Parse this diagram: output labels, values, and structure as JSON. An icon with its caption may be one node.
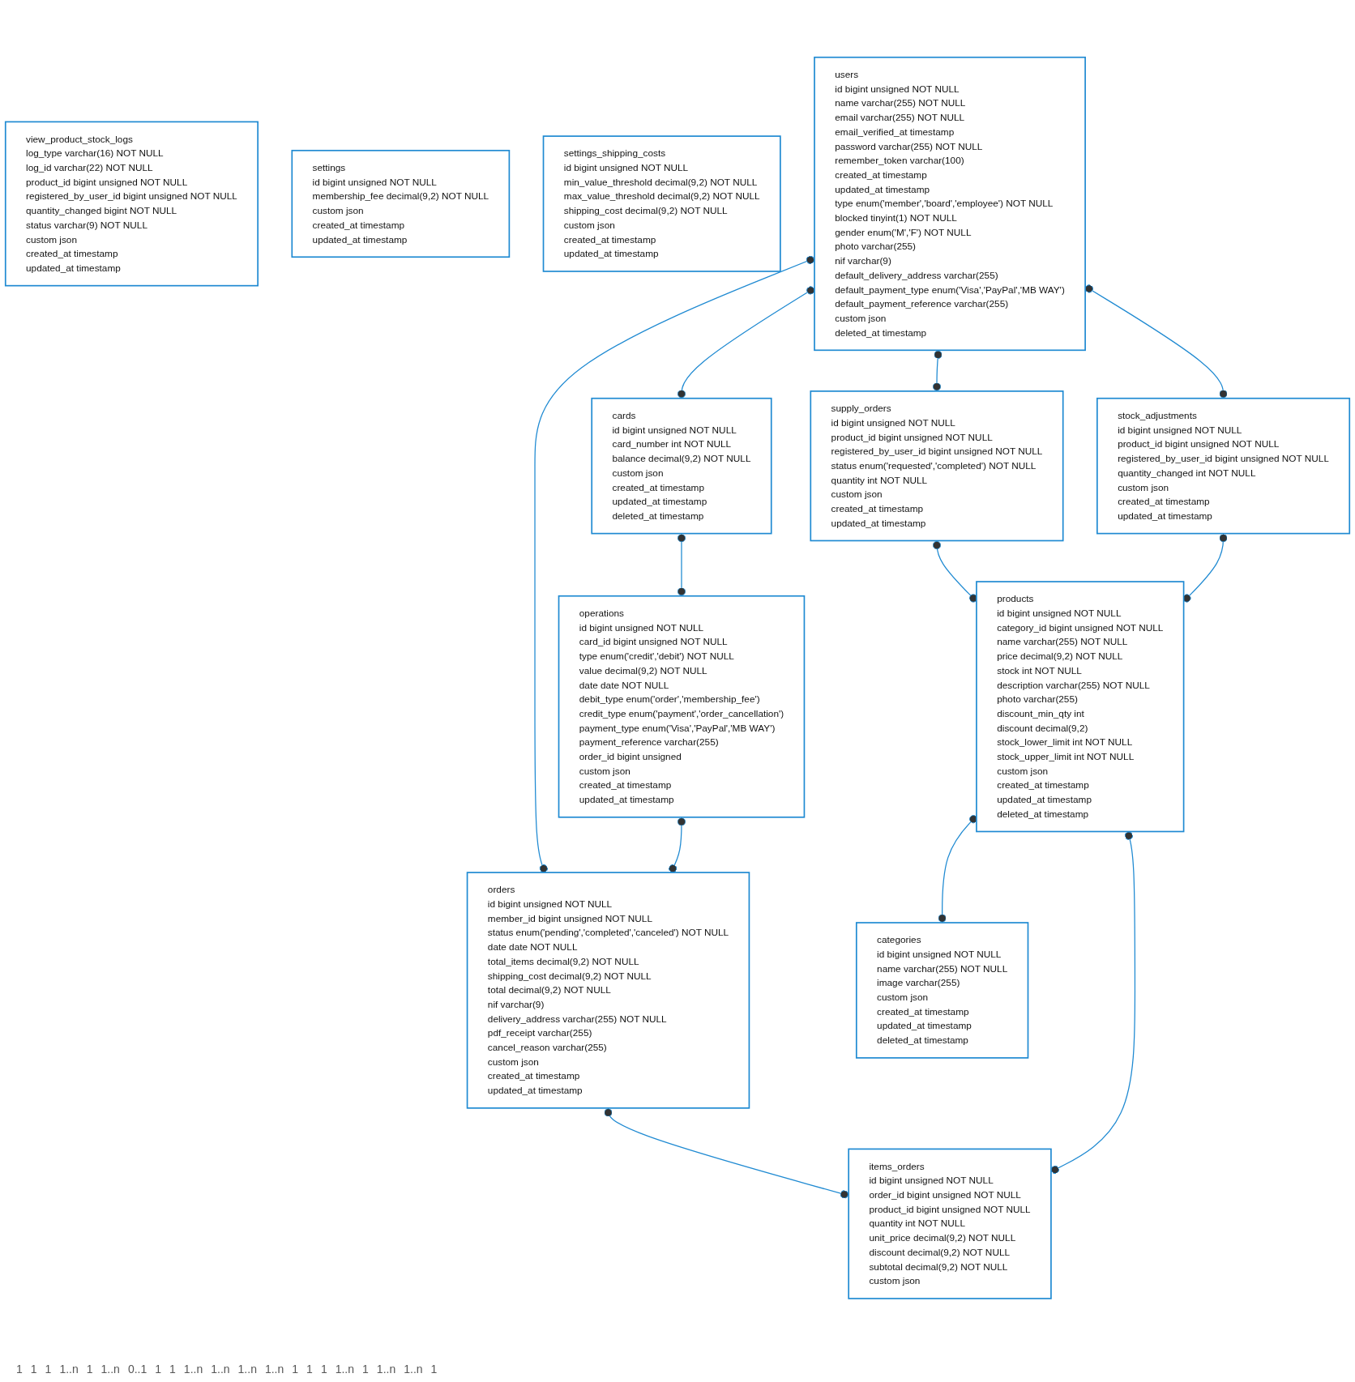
{
  "diagram": {
    "nodes": [
      {
        "text": [
          "users",
          "id",
          "bigint unsigned NOT NULL",
          "name",
          "varchar(255) NOT NULL",
          "email",
          "varchar(255) NOT NULL",
          "email_verified_at",
          "timestamp",
          "password",
          "varchar(255) NOT NULL",
          "remember_token",
          "varchar(100)",
          "created_at",
          "timestamp",
          "updated_at",
          "timestamp",
          "type",
          "enum('member','board','employee') NOT NULL",
          "blocked",
          "tinyint(1) NOT NULL",
          "gender",
          "enum('M','F') NOT NULL",
          "photo",
          "varchar(255)",
          "nif",
          "varchar(9)",
          "default_delivery_address",
          "varchar(255)",
          "default_payment_type",
          "enum('Visa','PayPal','MB WAY')",
          "default_payment_reference",
          "varchar(255)",
          "custom",
          "json",
          "deleted_at",
          "timestamp"
        ]
      },
      {
        "text": [
          "cards",
          "id",
          "bigint unsigned NOT NULL",
          "card_number",
          "int NOT NULL",
          "balance",
          "decimal(9,2) NOT NULL",
          "custom",
          "json",
          "created_at",
          "timestamp",
          "updated_at",
          "timestamp",
          "deleted_at",
          "timestamp"
        ]
      },
      {
        "text": [
          "operations",
          "id",
          "bigint unsigned NOT NULL",
          "card_id",
          "bigint unsigned NOT NULL",
          "type",
          "enum('credit','debit') NOT NULL",
          "value",
          "decimal(9,2) NOT NULL",
          "date",
          "date NOT NULL",
          "debit_type",
          "enum('order','membership_fee')",
          "credit_type",
          "enum('payment','order_cancellation')",
          "payment_type",
          "enum('Visa','PayPal','MB WAY')",
          "payment_reference",
          "varchar(255)",
          "order_id",
          "bigint unsigned",
          "custom",
          "json",
          "created_at",
          "timestamp",
          "updated_at",
          "timestamp"
        ]
      },
      {
        "text": [
          "orders",
          "id",
          "bigint unsigned NOT NULL",
          "member_id",
          "bigint unsigned NOT NULL",
          "status",
          "enum('pending','completed','canceled') NOT NULL",
          "date",
          "date NOT NULL",
          "total_items",
          "decimal(9,2) NOT NULL",
          "shipping_cost",
          "decimal(9,2) NOT NULL",
          "total",
          "decimal(9,2) NOT NULL",
          "nif",
          "varchar(9)",
          "delivery_address",
          "varchar(255) NOT NULL",
          "pdf_receipt",
          "varchar(255)",
          "cancel_reason",
          "varchar(255)",
          "custom",
          "json",
          "created_at",
          "timestamp",
          "updated_at",
          "timestamp"
        ]
      },
      {
        "text": [
          "supply_orders",
          "id",
          "bigint unsigned NOT NULL",
          "product_id",
          "bigint unsigned NOT NULL",
          "registered_by_user_id",
          "bigint unsigned NOT NULL",
          "status",
          "enum('requested','completed') NOT NULL",
          "quantity",
          "int NOT NULL",
          "custom",
          "json",
          "created_at",
          "timestamp",
          "updated_at",
          "timestamp"
        ]
      },
      {
        "text": [
          "stock_adjustments",
          "id",
          "bigint unsigned NOT NULL",
          "product_id",
          "bigint unsigned NOT NULL",
          "registered_by_user_id",
          "bigint unsigned NOT NULL",
          "quantity_changed",
          "int NOT NULL",
          "custom",
          "json",
          "created_at",
          "timestamp",
          "updated_at",
          "timestamp"
        ]
      },
      {
        "text": [
          "view_product_stock_logs",
          "log_type",
          "varchar(16) NOT NULL",
          "log_id",
          "varchar(22) NOT NULL",
          "product_id",
          "bigint unsigned NOT NULL",
          "registered_by_user_id",
          "bigint unsigned NOT NULL",
          "quantity_changed",
          "bigint NOT NULL",
          "status",
          "varchar(9) NOT NULL",
          "custom",
          "json",
          "created_at",
          "timestamp",
          "updated_at",
          "timestamp"
        ]
      },
      {
        "text": [
          "products",
          "id",
          "bigint unsigned NOT NULL",
          "category_id",
          "bigint unsigned NOT NULL",
          "name",
          "varchar(255) NOT NULL",
          "price",
          "decimal(9,2) NOT NULL",
          "stock",
          "int NOT NULL",
          "description",
          "varchar(255) NOT NULL",
          "photo",
          "varchar(255)",
          "discount_min_qty",
          "int",
          "discount",
          "decimal(9,2)",
          "stock_lower_limit",
          "int NOT NULL",
          "stock_upper_limit",
          "int NOT NULL",
          "custom",
          "json",
          "created_at",
          "timestamp",
          "updated_at",
          "timestamp",
          "deleted_at",
          "timestamp"
        ]
      },
      {
        "text": [
          "items_orders",
          "id",
          "bigint unsigned NOT NULL",
          "order_id",
          "bigint unsigned NOT NULL",
          "product_id",
          "bigint unsigned NOT NULL",
          "quantity",
          "int NOT NULL",
          "unit_price",
          "decimal(9,2) NOT NULL",
          "discount",
          "decimal(9,2) NOT NULL",
          "subtotal",
          "decimal(9,2) NOT NULL",
          "custom",
          "json"
        ]
      },
      {
        "text": [
          "settings",
          "id",
          "bigint unsigned NOT NULL",
          "membership_fee",
          "decimal(9,2) NOT NULL",
          "custom",
          "json",
          "created_at",
          "timestamp",
          "updated_at",
          "timestamp"
        ]
      },
      {
        "text": [
          "categories",
          "id",
          "bigint unsigned NOT NULL",
          "name",
          "varchar(255) NOT NULL",
          "image",
          "varchar(255)",
          "custom",
          "json",
          "created_at",
          "timestamp",
          "updated_at",
          "timestamp",
          "deleted_at",
          "timestamp"
        ]
      },
      {
        "text": [
          "settings_shipping_costs",
          "id",
          "bigint unsigned NOT NULL",
          "min_value_threshold",
          "decimal(9,2) NOT NULL",
          "max_value_threshold",
          "decimal(9,2) NOT NULL",
          "shipping_cost",
          "decimal(9,2) NOT NULL",
          "custom",
          "json",
          "created_at",
          "timestamp",
          "updated_at",
          "timestamp"
        ]
      }
    ],
    "edges": [
      {
        "from": 0,
        "to": 1,
        "arrow": "other"
      },
      {
        "from": 1,
        "to": 2,
        "arrow": "other"
      },
      {
        "from": 0,
        "to": 3,
        "arrow": "other"
      },
      {
        "from": 2,
        "to": 3,
        "arrow": "other"
      },
      {
        "from": 0,
        "to": 4,
        "arrow": "other"
      },
      {
        "from": 0,
        "to": 5,
        "arrow": "other"
      },
      {
        "from": 4,
        "to": 7,
        "arrow": "other"
      },
      {
        "from": 5,
        "to": 7,
        "arrow": "other"
      },
      {
        "from": 3,
        "to": 8,
        "arrow": "other"
      },
      {
        "from": 7,
        "to": 8,
        "arrow": "other"
      },
      {
        "from": 7,
        "to": 10,
        "arrow": "other"
      }
    ],
    "labels": [
      "1",
      "1",
      "1",
      "1..n",
      "1",
      "1..n",
      "0..1",
      "1",
      "1",
      "1..n",
      "1..n",
      "1..n",
      "1..n",
      "1",
      "1",
      "1",
      "1..n",
      "1",
      "1..n",
      "1..n",
      "1"
    ]
  }
}
